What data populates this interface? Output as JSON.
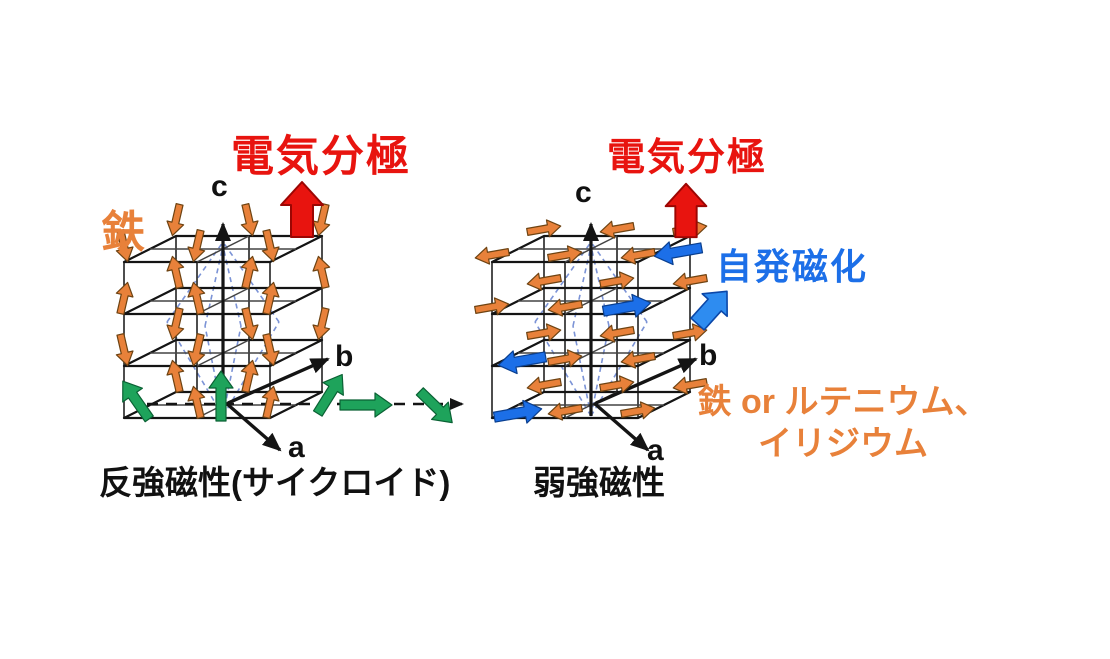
{
  "colors": {
    "red": "#e8140f",
    "orange": "#e8813a",
    "green": "#1ea35b",
    "blue": "#1c6fe8",
    "blue_block": "#2e8cf0",
    "lattice_black": "#141414",
    "dashed_blue": "#7b93d6",
    "background": "#ffffff"
  },
  "left_panel": {
    "polarization_label": "電気分極",
    "iron_label": "鉄",
    "axis_c": "c",
    "axis_b": "b",
    "axis_a": "a",
    "caption": "反強磁性(サイクロイド)"
  },
  "right_panel": {
    "polarization_label": "電気分極",
    "magnetization_label": "自発磁化",
    "element_label_line1": "鉄 or ルテニウム、",
    "element_label_line2": "イリジウム",
    "axis_c": "c",
    "axis_b": "b",
    "axis_a": "a",
    "caption": "弱強磁性"
  }
}
